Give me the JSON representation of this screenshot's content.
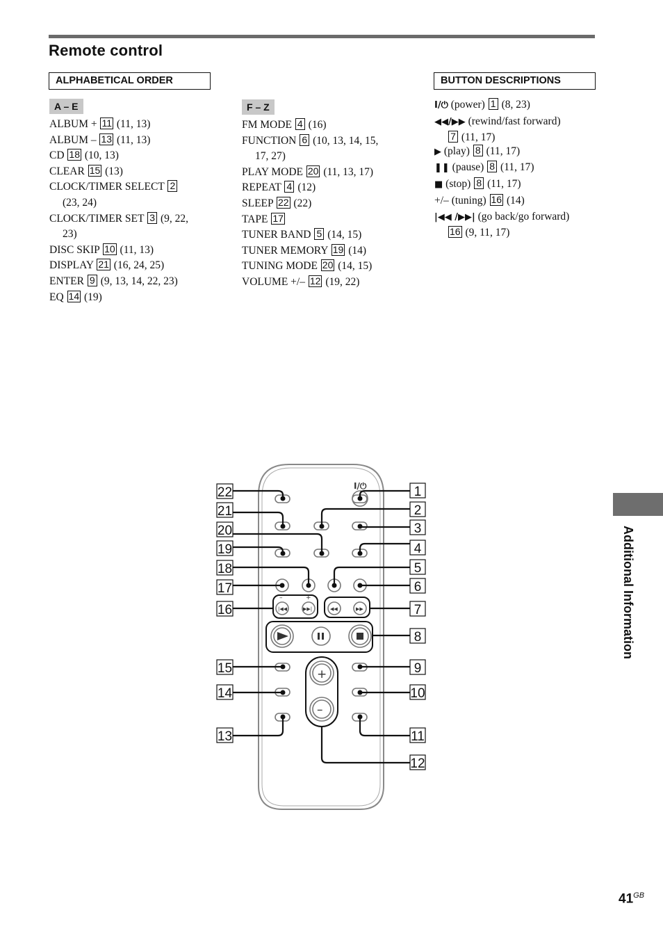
{
  "page": {
    "title": "Remote control",
    "side_tab": "Additional Information",
    "page_number": "41",
    "page_suffix": "GB"
  },
  "alphabetical": {
    "header": "ALPHABETICAL ORDER",
    "ranges": [
      {
        "label": "A – E",
        "entries": [
          {
            "name": "ALBUM +",
            "num": "11",
            "pages": "(11, 13)",
            "cont": ""
          },
          {
            "name": "ALBUM –",
            "num": "13",
            "pages": "(11, 13)",
            "cont": ""
          },
          {
            "name": "CD",
            "num": "18",
            "pages": "(10, 13)",
            "cont": ""
          },
          {
            "name": "CLEAR",
            "num": "15",
            "pages": "(13)",
            "cont": ""
          },
          {
            "name": "CLOCK/TIMER SELECT",
            "num": "2",
            "pages": "",
            "cont": "(23, 24)"
          },
          {
            "name": "CLOCK/TIMER SET",
            "num": "3",
            "pages": "(9, 22,",
            "cont": "23)"
          },
          {
            "name": "DISC SKIP",
            "num": "10",
            "pages": "(11, 13)",
            "cont": ""
          },
          {
            "name": "DISPLAY",
            "num": "21",
            "pages": "(16, 24, 25)",
            "cont": ""
          },
          {
            "name": "ENTER",
            "num": "9",
            "pages": "(9, 13, 14, 22, 23)",
            "cont": ""
          },
          {
            "name": "EQ",
            "num": "14",
            "pages": "(19)",
            "cont": ""
          }
        ]
      },
      {
        "label": "F – Z",
        "entries": [
          {
            "name": "FM MODE",
            "num": "4",
            "pages": "(16)",
            "cont": ""
          },
          {
            "name": "FUNCTION",
            "num": "6",
            "pages": "(10, 13, 14, 15,",
            "cont": "17, 27)"
          },
          {
            "name": "PLAY MODE",
            "num": "20",
            "pages": "(11, 13, 17)",
            "cont": ""
          },
          {
            "name": "REPEAT",
            "num": "4",
            "pages": "(12)",
            "cont": ""
          },
          {
            "name": "SLEEP",
            "num": "22",
            "pages": "(22)",
            "cont": ""
          },
          {
            "name": "TAPE",
            "num": "17",
            "pages": "",
            "cont": ""
          },
          {
            "name": "TUNER BAND",
            "num": "5",
            "pages": "(14, 15)",
            "cont": ""
          },
          {
            "name": "TUNER MEMORY",
            "num": "19",
            "pages": "(14)",
            "cont": ""
          },
          {
            "name": "TUNING MODE",
            "num": "20",
            "pages": "(14, 15)",
            "cont": ""
          },
          {
            "name": "VOLUME +/–",
            "num": "12",
            "pages": "(19, 22)",
            "cont": ""
          }
        ]
      }
    ]
  },
  "descriptions": {
    "header": "BUTTON DESCRIPTIONS",
    "entries": [
      {
        "symbol": "I/⏻",
        "name": "(power)",
        "num": "1",
        "pages": "(8, 23)",
        "cont": ""
      },
      {
        "symbol": "◀◀/▶▶",
        "name": "(rewind/fast forward)",
        "num": "7",
        "pages": "(11, 17)",
        "cont_num": true
      },
      {
        "symbol": "▶",
        "name": "(play)",
        "num": "8",
        "pages": "(11, 17)",
        "cont": ""
      },
      {
        "symbol": "❚❚",
        "name": "(pause)",
        "num": "8",
        "pages": "(11, 17)",
        "cont": ""
      },
      {
        "symbol": "■",
        "name": "(stop)",
        "num": "8",
        "pages": "(11, 17)",
        "cont": ""
      },
      {
        "symbol": "+/–",
        "name": "(tuning)",
        "num": "16",
        "pages": "(14)",
        "cont": ""
      },
      {
        "symbol": "|◀◀ /▶▶|",
        "name": "(go back/go forward)",
        "num": "16",
        "pages": "(9, 11, 17)",
        "cont_num": true
      }
    ]
  },
  "diagram": {
    "power_label": "I/⏻",
    "minus_label": "–",
    "plus_label": "+",
    "callouts_left": [
      "22",
      "21",
      "20",
      "19",
      "18",
      "17",
      "16",
      "15",
      "14",
      "13"
    ],
    "callouts_right": [
      "1",
      "2",
      "3",
      "4",
      "5",
      "6",
      "7",
      "8",
      "9",
      "10",
      "11",
      "12"
    ]
  }
}
